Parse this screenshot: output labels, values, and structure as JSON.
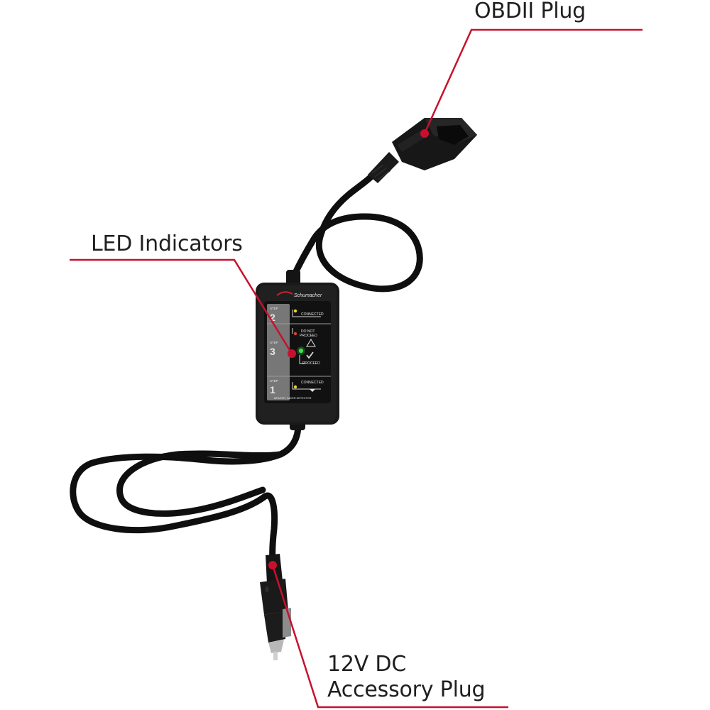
{
  "callouts": {
    "obd_plug": "OBDII Plug",
    "led_indicators": "LED Indicators",
    "accessory_plug_line1": "12V DC",
    "accessory_plug_line2": "Accessory Plug"
  },
  "device": {
    "brand": "Schumacher",
    "step_word": "STEP",
    "step2_number": "2",
    "step3_number": "3",
    "step1_number": "1",
    "connected_label": "CONNECTED",
    "do_not_proceed_line1": "DO NOT",
    "do_not_proceed_line2": "PROCEED",
    "proceed_label": "PROCEED",
    "product_name": "MEMORY SAVER DETECTOR"
  },
  "colors": {
    "callout_line": "#c8102e",
    "label_text": "#1f1f1f",
    "cable": "#0f0f0f",
    "device_body": "#1a1a1a",
    "led_yellow": "#f2d21b",
    "led_green": "#3fe04a"
  }
}
